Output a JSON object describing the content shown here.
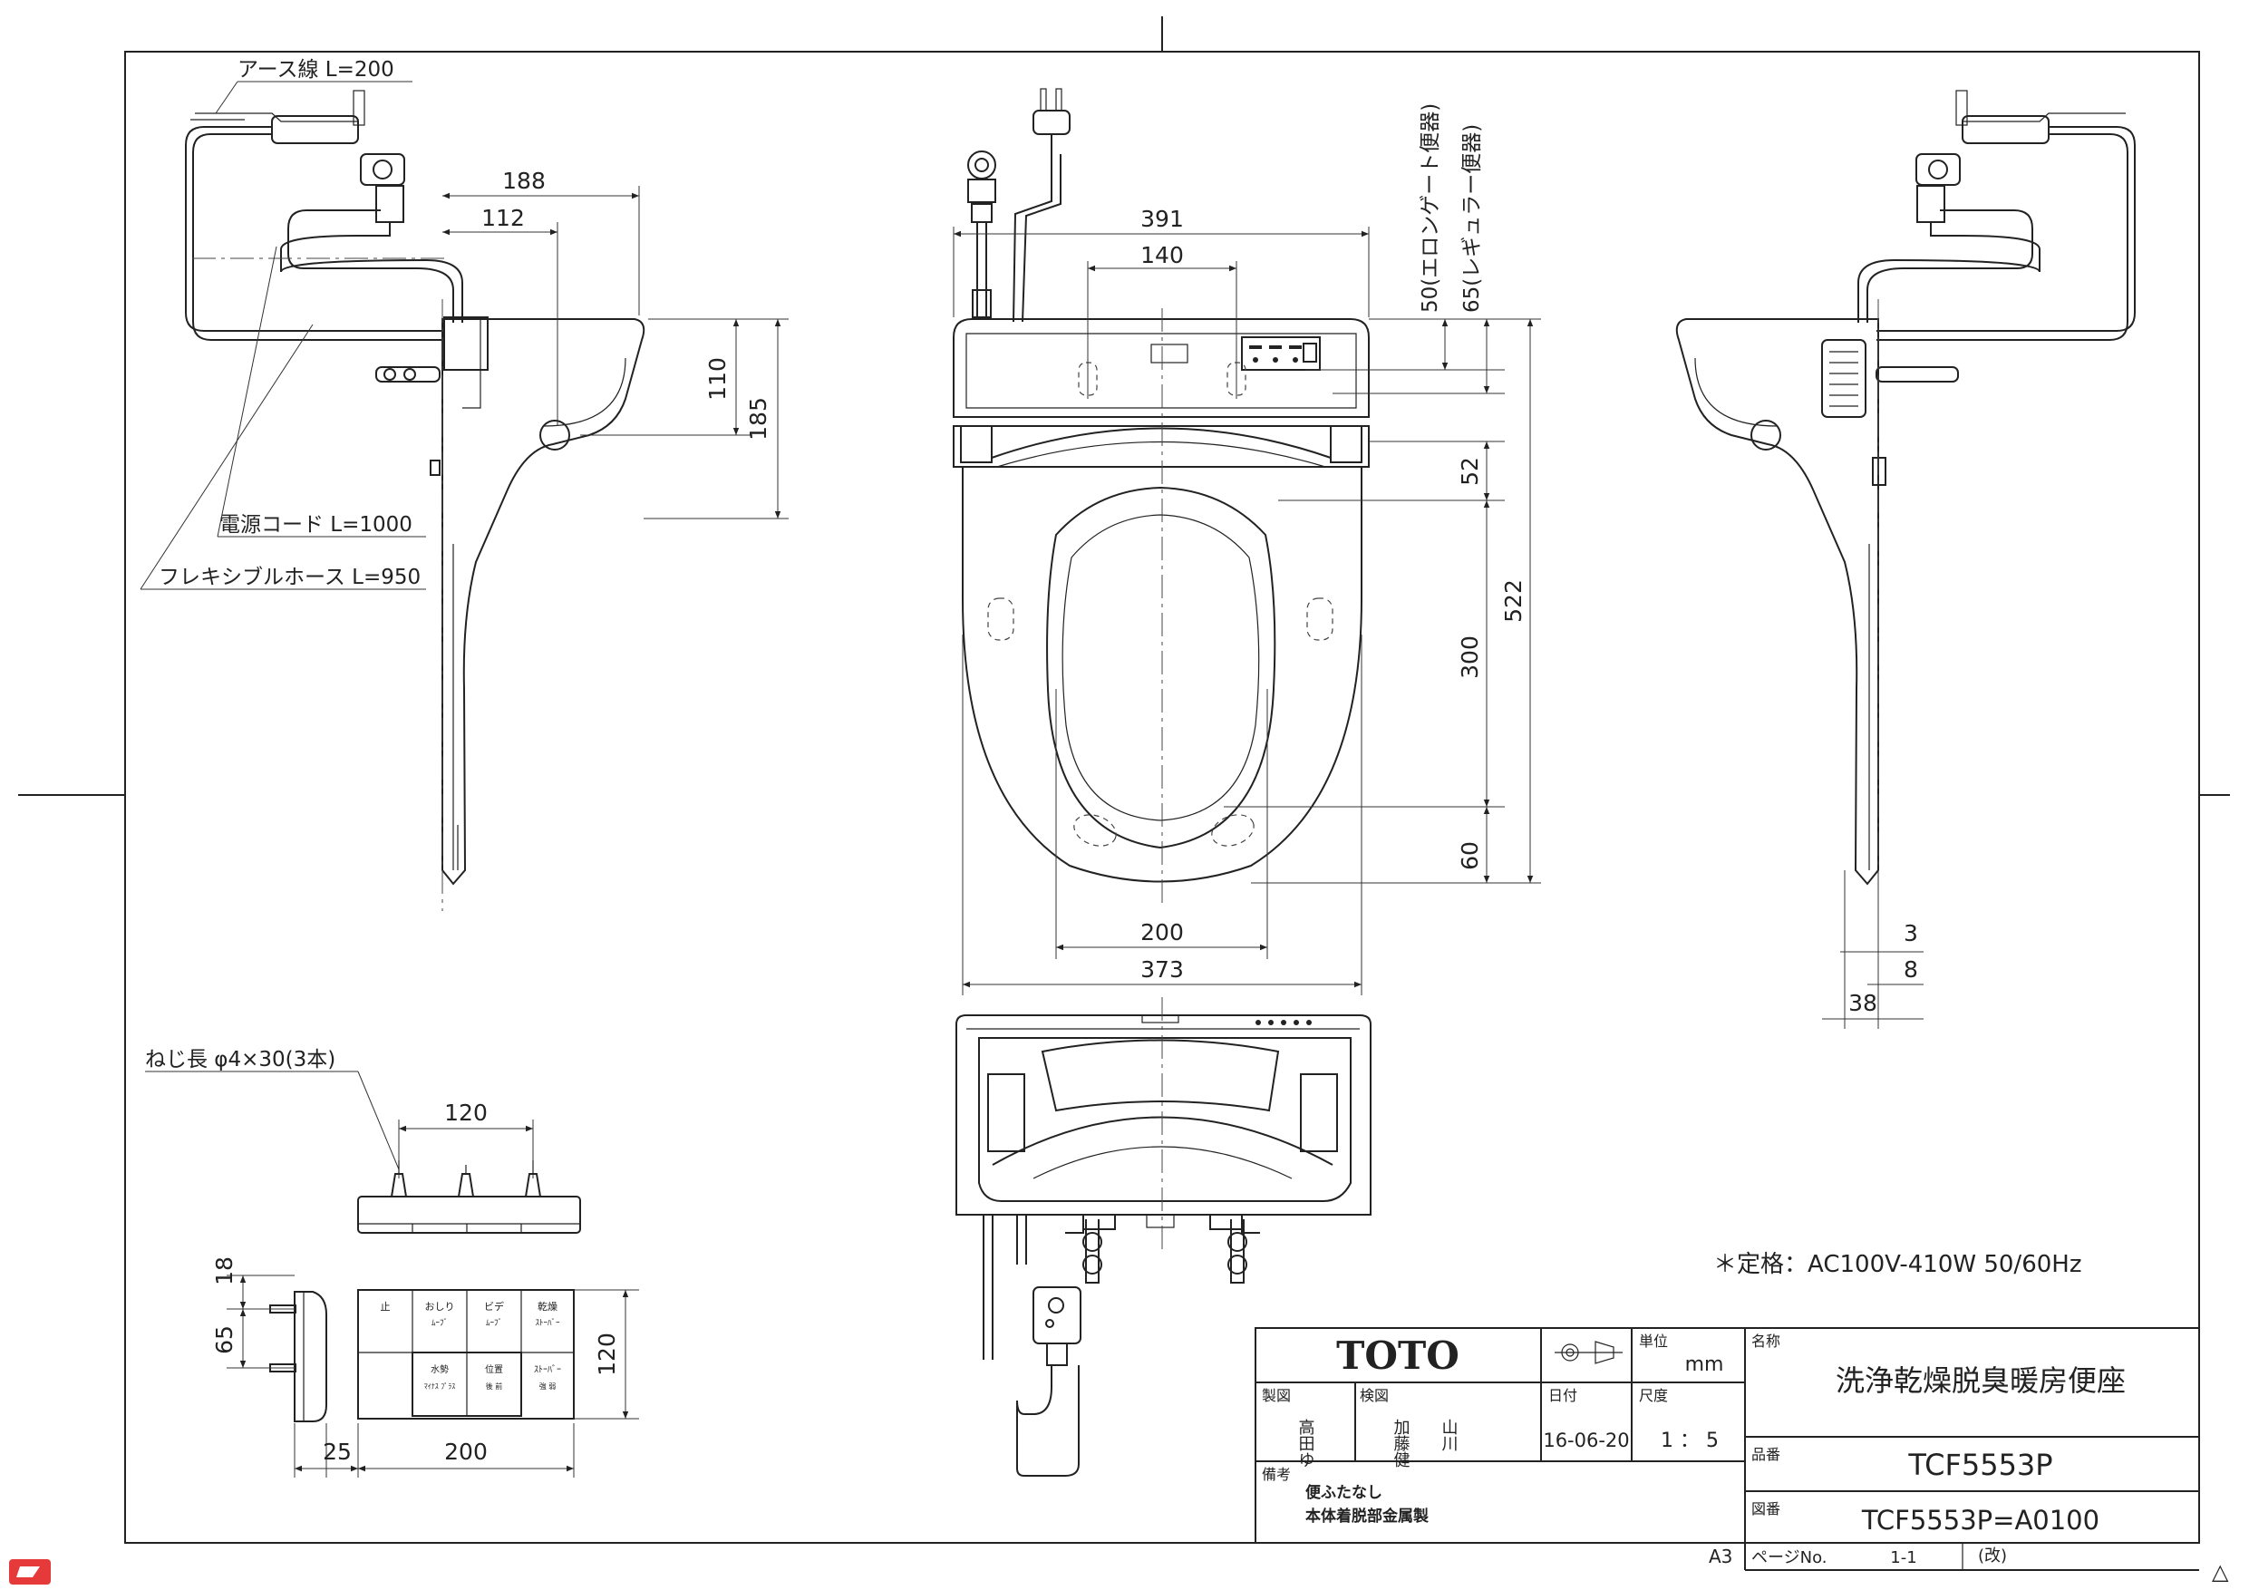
{
  "notes": {
    "earth_wire": "アース線 L=200",
    "power_cord": "電源コード L=1000",
    "flex_hose": "フレキシブルホース L=950",
    "screw": "ねじ長 φ4×30(3本)",
    "rating": "＊定格：AC100V-410W 50/60Hz"
  },
  "dims": {
    "d188": "188",
    "d112": "112",
    "d110": "110",
    "d185": "185",
    "d391": "391",
    "d140": "140",
    "elongate": "50(エロンゲート便器)",
    "regular": "65(レギュラー便器)",
    "d52": "52",
    "d300": "300",
    "d60": "60",
    "d522": "522",
    "d200": "200",
    "d373": "373",
    "d3": "3",
    "d8": "8",
    "d38": "38",
    "d120a": "120",
    "d18": "18",
    "d65": "65",
    "d120b": "120",
    "d25": "25",
    "d200b": "200"
  },
  "remote_labels": {
    "top": [
      "止",
      "おしり",
      "ビデ",
      "乾燥"
    ],
    "top_sub": [
      "",
      "ﾑｰﾌﾞ",
      "ﾑｰﾌﾞ",
      "ｽﾄｰﾊﾞｰ"
    ],
    "bottom": [
      "水勢",
      "位置",
      "ｽﾄｰﾊﾞｰ"
    ],
    "bottom_sub": [
      "ﾏｲﾅｽ ﾌﾟﾗｽ",
      "後 前",
      "強 弱"
    ]
  },
  "title_block": {
    "brand": "TOTO",
    "unit_label": "単位",
    "unit": "mm",
    "name_label": "名称",
    "product_name": "洗浄乾燥脱臭暖房便座",
    "drawn_label": "製図",
    "drawn_by": "高田ゆ",
    "checked_label": "検図",
    "checked_by_1": "加藤健",
    "checked_by_2": "山川",
    "date_label": "日付",
    "date": "16-06-20",
    "scale_label": "尺度",
    "scale": "1 ： 5",
    "part_label": "品番",
    "part_no": "TCF5553P",
    "remarks_label": "備考",
    "remark_1": "便ふたなし",
    "remark_2": "本体着脱部金属製",
    "drawing_label": "図番",
    "drawing_no": "TCF5553P=A0100",
    "paper_size": "A3",
    "page_label": "ページNo.",
    "page_no": "1-1",
    "revision": "(改)"
  },
  "corner_mark": "△"
}
